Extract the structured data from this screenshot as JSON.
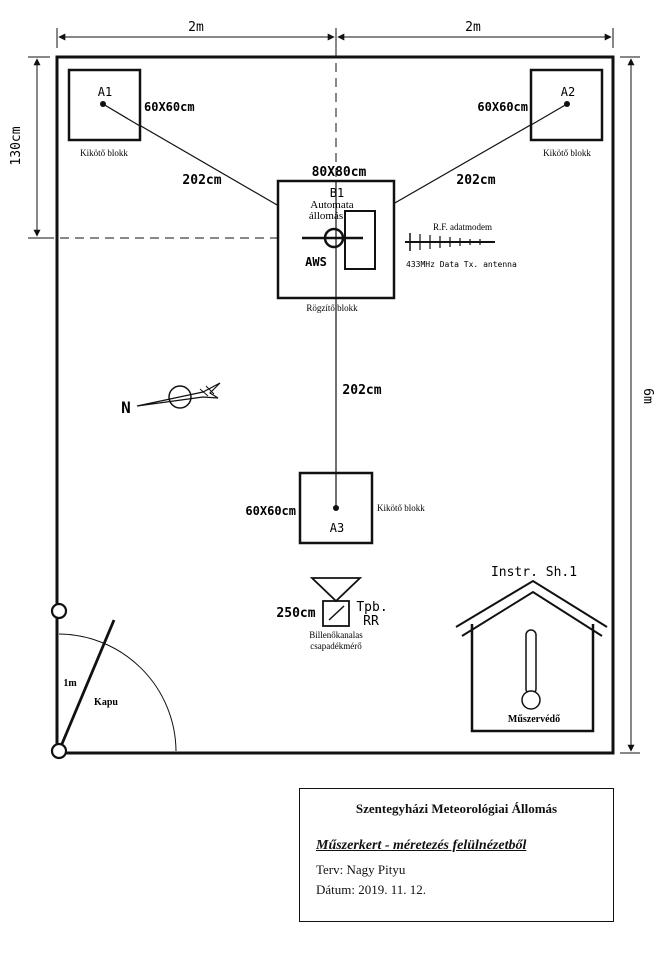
{
  "dimensions": {
    "width_left": "2m",
    "width_right": "2m",
    "height_top": "130cm",
    "height_total": "6m"
  },
  "blocks": {
    "a1": {
      "label": "A1",
      "size": "60X60cm",
      "caption": "Kikötő blokk"
    },
    "a2": {
      "label": "A2",
      "size": "60X60cm",
      "caption": "Kikötő blokk"
    },
    "a3": {
      "label": "A3",
      "size": "60X60cm",
      "caption": "Kikötő blokk"
    },
    "b1": {
      "label": "B1",
      "size": "80X80cm",
      "caption": "Rögzítő blokk",
      "station_line1": "Automata",
      "station_line2": "állomás",
      "aws": "AWS"
    }
  },
  "distances": {
    "a1_b1": "202cm",
    "a2_b1": "202cm",
    "b1_a3": "202cm"
  },
  "antenna": {
    "modem": "R.F. adatmodem",
    "label": "433MHz Data Tx. antenna"
  },
  "compass": {
    "north": "N"
  },
  "rain_gauge": {
    "distance": "250cm",
    "code_line1": "Tpb.",
    "code_line2": "RR",
    "caption_line1": "Billenőkanalas",
    "caption_line2": "csapadékmérő"
  },
  "shelter": {
    "title": "Instr. Sh.1",
    "caption": "Műszervédő"
  },
  "gate": {
    "width": "1m",
    "label": "Kapu"
  },
  "title_block": {
    "station": "Szentegyházi Meteorológiai Állomás",
    "subtitle": "Műszerkert - méretezés felülnézetből",
    "designer": "Terv: Nagy Pityu",
    "date": "Dátum: 2019. 11. 12."
  }
}
